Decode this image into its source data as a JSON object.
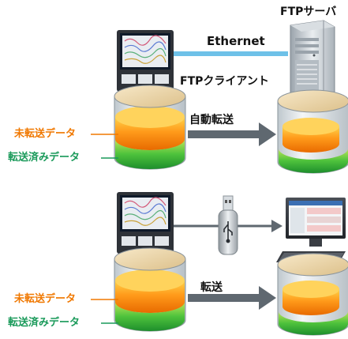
{
  "top_section": {
    "ftp_server_label": "FTPサーバ",
    "ethernet_label": "Ethernet",
    "ftp_client_label": "FTPクライアント",
    "auto_transfer_label": "自動転送",
    "untransferred_label": "未転送データ",
    "transferred_label": "転送済みデータ"
  },
  "bottom_section": {
    "transfer_label": "転送",
    "untransferred_label": "未転送データ",
    "transferred_label": "転送済みデータ"
  },
  "colors": {
    "orange": "#f07800",
    "green": "#1a9a5a",
    "ethernet_line": "#6ec1e8",
    "arrow": "#5f6870"
  }
}
